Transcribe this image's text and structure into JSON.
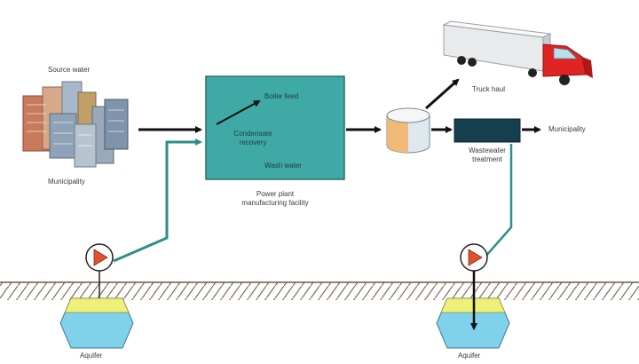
{
  "labels": {
    "source_water": "Source water",
    "municipality_left": "Municipality",
    "boiler_feed": "Boiler feed",
    "condensate_line1": "Condensate",
    "condensate_line2": "recovery",
    "wash_water": "Wash water",
    "facility_line1": "Power plant",
    "facility_line2": "manufacturing facility",
    "truck_haul": "Truck haul",
    "wastewater_line1": "Wastewater",
    "wastewater_line2": "treatment",
    "municipality_right": "Municipality",
    "aquifer_left": "Aquifer",
    "aquifer_right": "Aquifer"
  },
  "colors": {
    "facility_box": "#3fa9a5",
    "wastewater_box": "#153f4f",
    "pump_pipe": "#2d8f86",
    "pump_triangle": "#e0522d",
    "tank_top": "#eef07a",
    "tank_water": "#7fd1ec",
    "truck_cab": "#e02424",
    "arrow": "#111111"
  },
  "icons": {
    "buildings": "city-buildings-icon",
    "storage": "storage-tank-icon",
    "truck": "truck-icon",
    "pump_left": "pump-icon",
    "pump_right": "pump-icon"
  }
}
